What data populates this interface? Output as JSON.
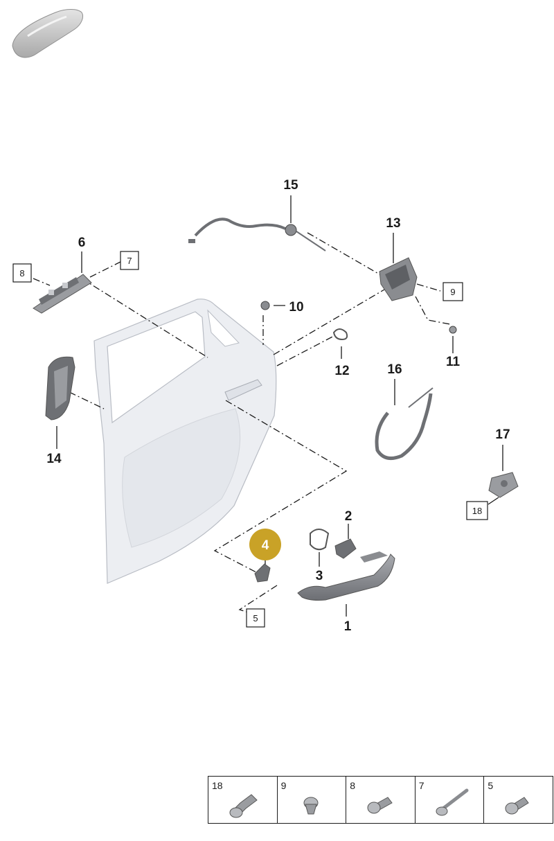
{
  "callouts": {
    "c1": "1",
    "c2": "2",
    "c3": "3",
    "c4": "4",
    "c6": "6",
    "c10": "10",
    "c11": "11",
    "c12": "12",
    "c13": "13",
    "c14": "14",
    "c15": "15",
    "c16": "16",
    "c17": "17"
  },
  "boxed_callouts": {
    "b5": "5",
    "b7": "7",
    "b8": "8",
    "b9": "9",
    "b18": "18"
  },
  "fastener_table": [
    "18",
    "9",
    "8",
    "7",
    "5"
  ],
  "colors": {
    "highlight": "#c9a227",
    "door_fill": "#eceef2",
    "part_gray": "#9a9ca0",
    "part_dark": "#6e7074"
  },
  "icons": {
    "vehicle": "car-thumbnail-icon"
  }
}
